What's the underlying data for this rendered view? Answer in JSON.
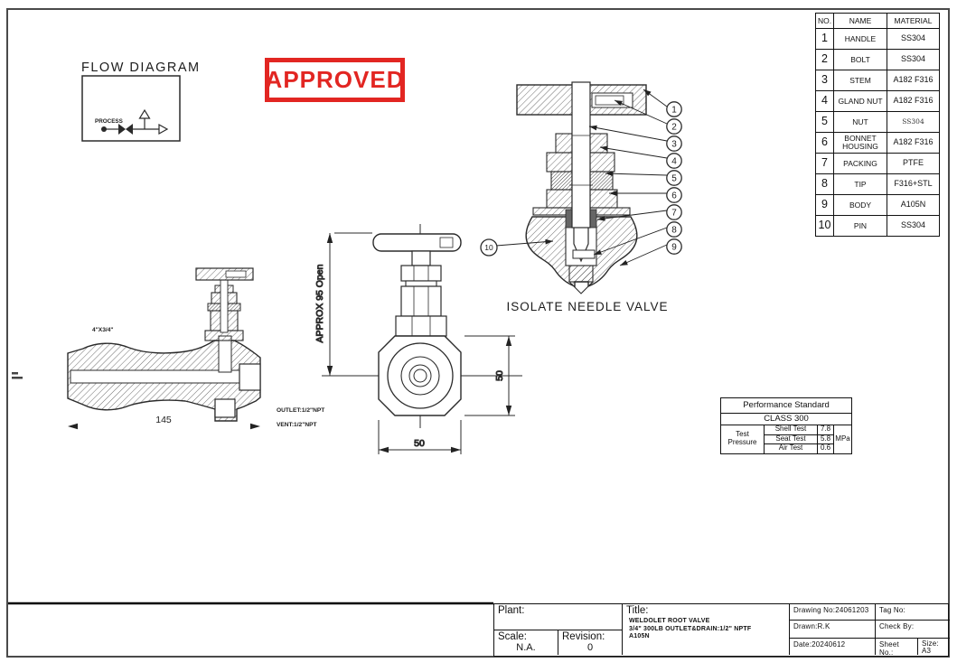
{
  "flow_diagram": {
    "title": "FLOW DIAGRAM",
    "process_label": "PROCESS"
  },
  "stamp": {
    "label": "APPROVED",
    "color": "#e22622"
  },
  "side_view": {
    "weldolet_label": "4\"X3/4\"",
    "length_dim": "145",
    "outlet_label": "OUTLET:1/2\"NPT",
    "vent_label": "VENT:1/2\"NPT"
  },
  "front_view": {
    "open_height_dim": "APPROX 95 Open",
    "body_height_dim": "50",
    "body_width_dim": "50"
  },
  "section_view": {
    "caption": "ISOLATE NEEDLE VALVE",
    "balloons": [
      "1",
      "2",
      "3",
      "4",
      "5",
      "6",
      "7",
      "8",
      "9",
      "10"
    ]
  },
  "parts_table": {
    "headers": [
      "NO.",
      "NAME",
      "MATERIAL"
    ],
    "rows": [
      {
        "no": "1",
        "name": "HANDLE",
        "material": "SS304"
      },
      {
        "no": "2",
        "name": "BOLT",
        "material": "SS304"
      },
      {
        "no": "3",
        "name": "STEM",
        "material": "A182 F316"
      },
      {
        "no": "4",
        "name": "GLAND NUT",
        "material": "A182 F316"
      },
      {
        "no": "5",
        "name": "NUT",
        "material": "SS304"
      },
      {
        "no": "6",
        "name": "BONNET HOUSING",
        "material": "A182 F316"
      },
      {
        "no": "7",
        "name": "PACKING",
        "material": "PTFE"
      },
      {
        "no": "8",
        "name": "TIP",
        "material": "F316+STL"
      },
      {
        "no": "9",
        "name": "BODY",
        "material": "A105N"
      },
      {
        "no": "10",
        "name": "PIN",
        "material": "SS304"
      }
    ]
  },
  "performance_table": {
    "title": "Performance Standard",
    "class_row": "CLASS 300",
    "row_header": "Test Pressure",
    "tests": [
      {
        "name": "Shell Test",
        "value": "7.8"
      },
      {
        "name": "Seat Test",
        "value": "5.8"
      },
      {
        "name": "Air Test",
        "value": "0.6"
      }
    ],
    "unit": "MPa"
  },
  "title_block": {
    "plant_label": "Plant:",
    "scale_label": "Scale:",
    "scale_value": "N.A.",
    "revision_label": "Revision:",
    "revision_value": "0",
    "title_label": "Title:",
    "title_line1": "WELDOLET ROOT VALVE",
    "title_line2": "3/4\" 300LB OUTLET&DRAIN:1/2\" NPTF",
    "title_line3": "A105N",
    "drawing_no": "Drawing No:24061203",
    "tag_no": "Tag No:",
    "drawn": "Drawn:R.K",
    "check_by": "Check By:",
    "date": "Date:20240612",
    "sheet_no": "Sheet No.:",
    "size_label": "Size:",
    "size_value": "A3"
  }
}
